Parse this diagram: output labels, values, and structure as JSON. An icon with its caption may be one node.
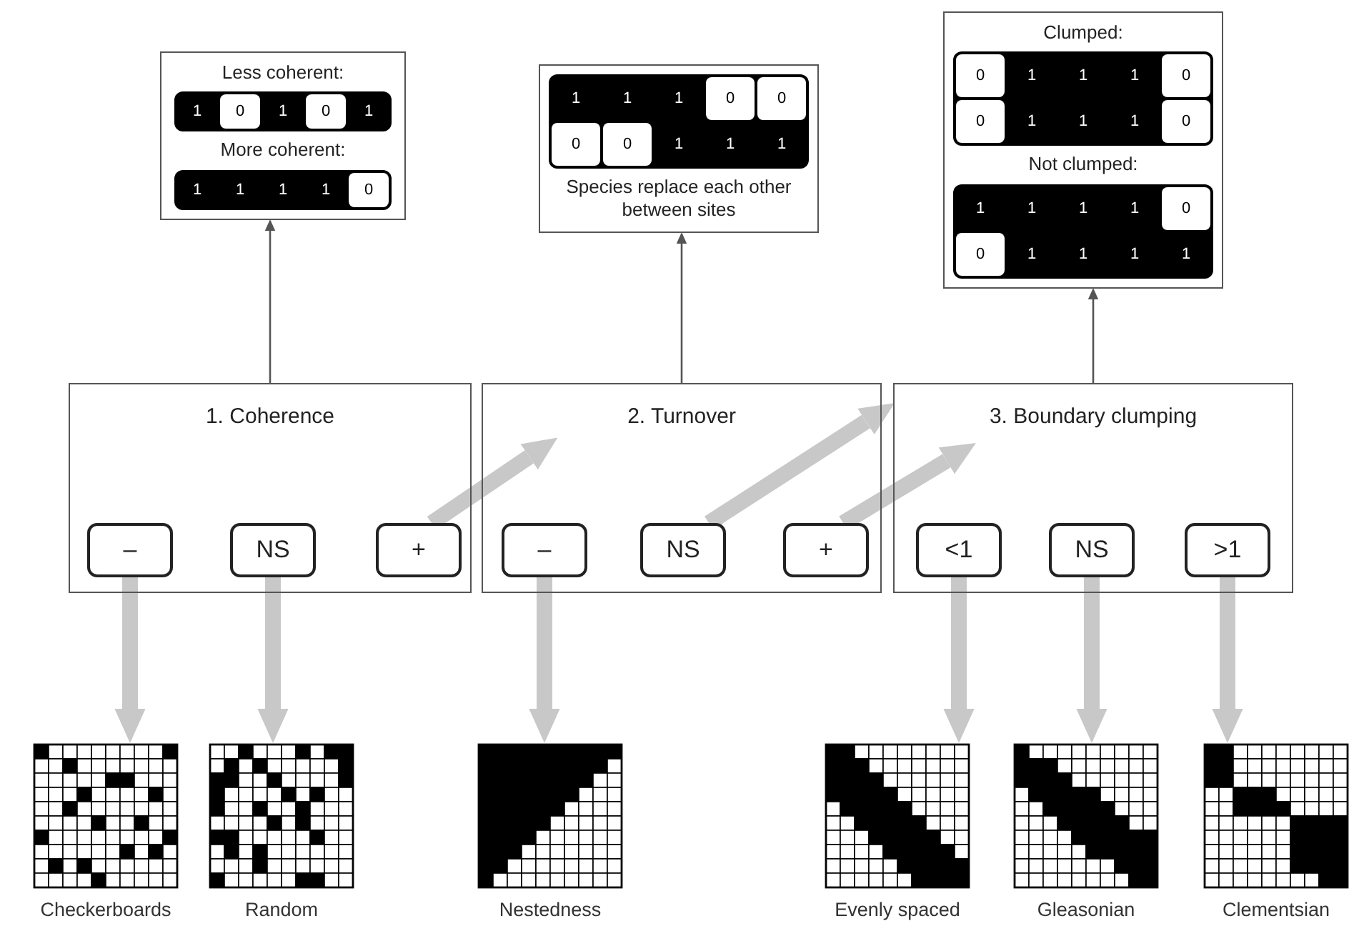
{
  "diagram": {
    "nodes": [
      {
        "text": [
          "Less coherent:",
          "More coherent:"
        ]
      },
      {
        "text": [
          "1"
        ],
        "in": 0
      },
      {
        "text": [
          "0"
        ],
        "in": 0
      },
      {
        "text": [
          "1"
        ],
        "in": 0
      },
      {
        "text": [
          "0"
        ],
        "in": 0
      },
      {
        "text": [
          "1"
        ],
        "in": 0
      },
      {
        "text": [
          "1"
        ],
        "in": 0
      },
      {
        "text": [
          "1"
        ],
        "in": 0
      },
      {
        "text": [
          "1"
        ],
        "in": 0
      },
      {
        "text": [
          "1"
        ],
        "in": 0
      },
      {
        "text": [
          "0"
        ],
        "in": 0
      },
      {
        "text": [
          "Species replace each other between sites"
        ]
      },
      {
        "text": [
          "1"
        ],
        "in": 11
      },
      {
        "text": [
          "1"
        ],
        "in": 11
      },
      {
        "text": [
          "1"
        ],
        "in": 11
      },
      {
        "text": [
          "0"
        ],
        "in": 11
      },
      {
        "text": [
          "0"
        ],
        "in": 11
      },
      {
        "text": [
          "0"
        ],
        "in": 11
      },
      {
        "text": [
          "0"
        ],
        "in": 11
      },
      {
        "text": [
          "1"
        ],
        "in": 11
      },
      {
        "text": [
          "1"
        ],
        "in": 11
      },
      {
        "text": [
          "1"
        ],
        "in": 11
      },
      {
        "text": [
          "Clumped:",
          "Not clumped:"
        ]
      },
      {
        "text": [
          "0"
        ],
        "in": 22
      },
      {
        "text": [
          "1"
        ],
        "in": 22
      },
      {
        "text": [
          "1"
        ],
        "in": 22
      },
      {
        "text": [
          "1"
        ],
        "in": 22
      },
      {
        "text": [
          "0"
        ],
        "in": 22
      },
      {
        "text": [
          "0"
        ],
        "in": 22
      },
      {
        "text": [
          "1"
        ],
        "in": 22
      },
      {
        "text": [
          "1"
        ],
        "in": 22
      },
      {
        "text": [
          "1"
        ],
        "in": 22
      },
      {
        "text": [
          "0"
        ],
        "in": 22
      },
      {
        "text": [
          "1"
        ],
        "in": 22
      },
      {
        "text": [
          "1"
        ],
        "in": 22
      },
      {
        "text": [
          "1"
        ],
        "in": 22
      },
      {
        "text": [
          "1"
        ],
        "in": 22
      },
      {
        "text": [
          "0"
        ],
        "in": 22
      },
      {
        "text": [
          "0"
        ],
        "in": 22
      },
      {
        "text": [
          "1"
        ],
        "in": 22
      },
      {
        "text": [
          "1"
        ],
        "in": 22
      },
      {
        "text": [
          "1"
        ],
        "in": 22
      },
      {
        "text": [
          "1"
        ],
        "in": 22
      },
      {
        "text": [
          "1. Coherence"
        ]
      },
      {
        "text": [
          "–"
        ],
        "in": 43
      },
      {
        "text": [
          "NS"
        ],
        "in": 43
      },
      {
        "text": [
          "+"
        ],
        "in": 43
      },
      {
        "text": [
          "2. Turnover"
        ]
      },
      {
        "text": [
          "–"
        ],
        "in": 47
      },
      {
        "text": [
          "NS"
        ],
        "in": 47
      },
      {
        "text": [
          "+"
        ],
        "in": 47
      },
      {
        "text": [
          "3. Boundary clumping"
        ]
      },
      {
        "text": [
          "<1"
        ],
        "in": 51
      },
      {
        "text": [
          "NS"
        ],
        "in": 51
      },
      {
        "text": [
          ">1"
        ],
        "in": 51
      },
      {
        "text": [
          "Checkerboards"
        ]
      },
      {
        "text": [
          "Random"
        ]
      },
      {
        "text": [
          "Nestedness"
        ]
      },
      {
        "text": [
          "Evenly spaced"
        ]
      },
      {
        "text": [
          "Gleasonian"
        ]
      },
      {
        "text": [
          "Clementsian"
        ]
      }
    ],
    "edges": [
      {
        "from": 43,
        "to": 0,
        "arrow": "to",
        "color": "#555555"
      },
      {
        "from": 47,
        "to": 11,
        "arrow": "to",
        "color": "#555555"
      },
      {
        "from": 51,
        "to": 22,
        "arrow": "to",
        "color": "#555555"
      },
      {
        "from": 44,
        "to": 55,
        "arrow": "to"
      },
      {
        "from": 45,
        "to": 56,
        "arrow": "to"
      },
      {
        "from": 48,
        "to": 57,
        "arrow": "to"
      },
      {
        "from": 52,
        "to": 58,
        "arrow": "to"
      },
      {
        "from": 53,
        "to": 59,
        "arrow": "to"
      },
      {
        "from": 54,
        "to": 60,
        "arrow": "to"
      },
      {
        "from": 46,
        "to": 47,
        "arrow": "to"
      },
      {
        "from": 49,
        "to": 51,
        "arrow": "to"
      },
      {
        "from": 50,
        "to": 51,
        "arrow": "to"
      }
    ]
  }
}
